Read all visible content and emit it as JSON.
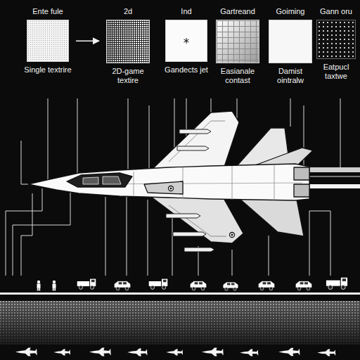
{
  "diagram": {
    "nodes": [
      {
        "text": [
          "Ente fule",
          "Single textrire"
        ]
      },
      {
        "text": [
          "2d",
          "2D-game textire"
        ]
      },
      {
        "text": [
          "Ind",
          "Gandects jet"
        ]
      },
      {
        "text": [
          "Gartreand",
          "Easianale contast"
        ]
      },
      {
        "text": [
          "Goiming",
          "Damist ointralw"
        ]
      },
      {
        "text": [
          "Gann oru",
          "Eatpucl taxtwe"
        ]
      }
    ],
    "edges": [
      {
        "from": 0,
        "to": 1,
        "arrow": "to"
      }
    ]
  }
}
